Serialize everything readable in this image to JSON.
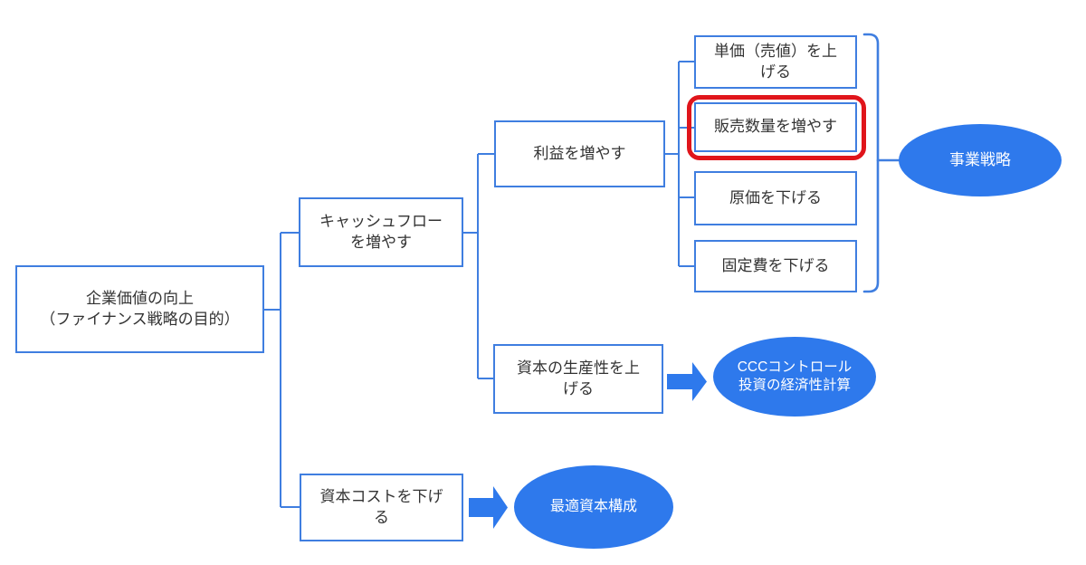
{
  "nodes": {
    "root": "企業価値の向上\n（ファイナンス戦略の目的）",
    "cashflow": "キャッシュフロー\nを増やす",
    "profit": "利益を増やす",
    "unit_price": "単価（売値）を上\nげる",
    "sales_volume": "販売数量を増やす",
    "cogs": "原価を下げる",
    "fixed_cost": "固定費を下げる",
    "productivity": "資本の生産性を上\nげる",
    "capital_cost": "資本コストを下げ\nる"
  },
  "outcomes": {
    "business_strategy": "事業戦略",
    "ccc": "CCCコントロール\n投資の経済性計算",
    "optimal_capital_structure": "最適資本構成"
  },
  "colors": {
    "line_blue": "#3f7ee0",
    "fill_blue": "#2e79ec",
    "highlight_red": "#e0151b",
    "text_dark": "#333333"
  }
}
